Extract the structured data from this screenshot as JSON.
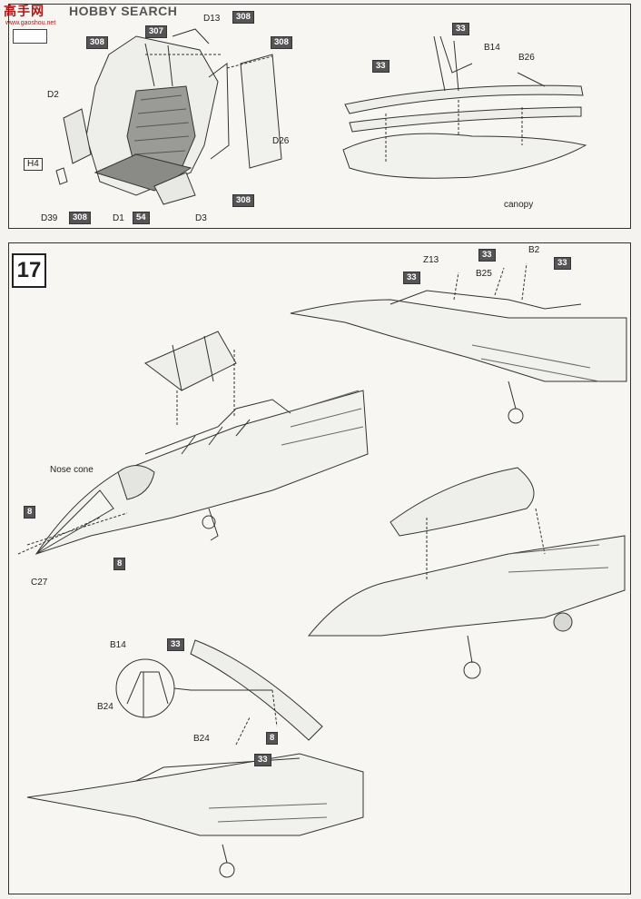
{
  "watermark": {
    "logo": "高手网",
    "text": "HOBBY SEARCH",
    "url": "www.gaoshou.net"
  },
  "panel_top": {
    "labels": {
      "d13": "D13",
      "d2": "D2",
      "d26": "D26",
      "h4": "H4",
      "d39": "D39",
      "d1": "D1",
      "d3": "D3",
      "b14": "B14",
      "b26": "B26",
      "canopy": "canopy"
    },
    "boxes": {
      "n308_a": "308",
      "n307": "307",
      "n308_b": "308",
      "n308_c": "308",
      "n308_d": "308",
      "n308_e": "308",
      "n54": "54",
      "n33_a": "33",
      "n33_b": "33"
    }
  },
  "panel_bottom": {
    "step": "17",
    "labels": {
      "z13": "Z13",
      "b25": "B25",
      "b2": "B2",
      "nose_cone": "Nose cone",
      "c27": "C27",
      "b14": "B14",
      "b24_a": "B24",
      "b24_b": "B24"
    },
    "boxes": {
      "n33_a": "33",
      "n33_b": "33",
      "n33_c": "33",
      "n8_a": "8",
      "n8_b": "8",
      "n33_d": "33",
      "n8_c": "8",
      "n33_e": "33"
    }
  }
}
